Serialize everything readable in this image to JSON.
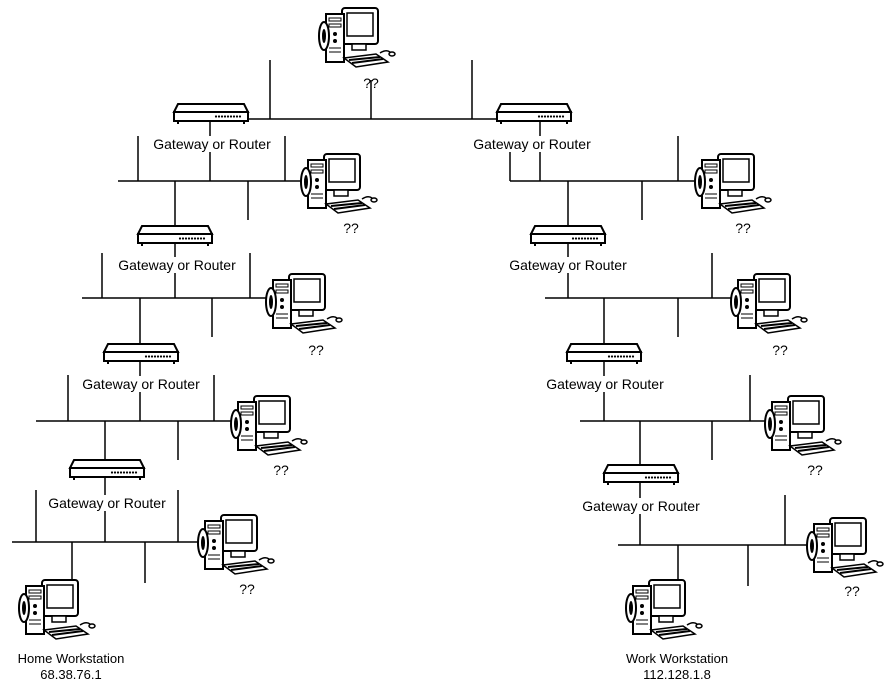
{
  "routers": [
    {
      "label": "Gateway or Router"
    },
    {
      "label": "Gateway or Router"
    },
    {
      "label": "Gateway or Router"
    },
    {
      "label": "Gateway or Router"
    },
    {
      "label": "Gateway or Router"
    },
    {
      "label": "Gateway or Router"
    },
    {
      "label": "Gateway or Router"
    },
    {
      "label": "Gateway or Router"
    }
  ],
  "unknown_hosts": [
    {
      "label": "??"
    },
    {
      "label": "??"
    },
    {
      "label": "??"
    },
    {
      "label": "??"
    },
    {
      "label": "??"
    },
    {
      "label": "??"
    },
    {
      "label": "??"
    },
    {
      "label": "??"
    },
    {
      "label": "??"
    }
  ],
  "home_workstation": {
    "name": "Home Workstation",
    "ip": "68.38.76.1"
  },
  "work_workstation": {
    "name": "Work Workstation",
    "ip": "112.128.1.8"
  },
  "colors": {
    "line": "#000000",
    "fill": "#ffffff"
  }
}
